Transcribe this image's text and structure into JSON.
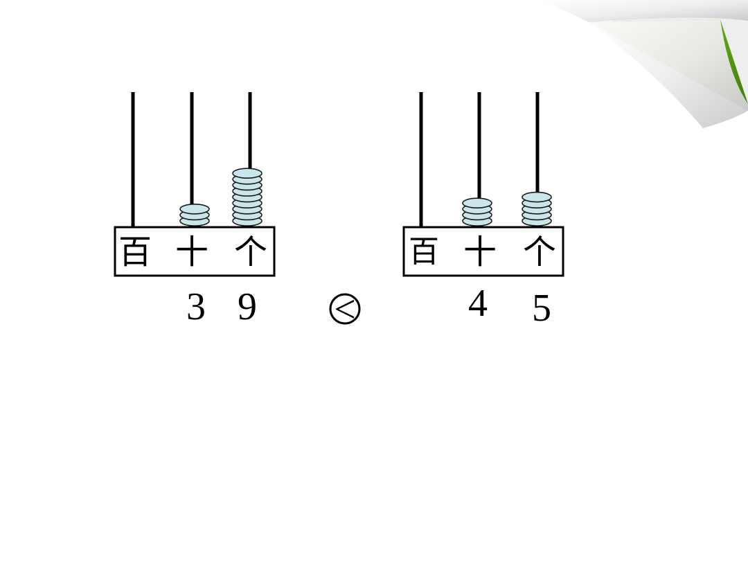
{
  "abaci": [
    {
      "id": "left",
      "place_labels": [
        "百",
        "十",
        "个"
      ],
      "beads": {
        "hundreds": 0,
        "tens": 3,
        "ones": 9
      },
      "digits": [
        "3",
        "9"
      ]
    },
    {
      "id": "right",
      "place_labels": [
        "百",
        "十",
        "个"
      ],
      "beads": {
        "hundreds": 0,
        "tens": 4,
        "ones": 5
      },
      "digits": [
        "4",
        "5"
      ]
    }
  ],
  "comparison": {
    "answer_sign": "<",
    "circled": true
  },
  "colors": {
    "bead_fill": "#cbe6ea",
    "bead_stroke": "#1a1a1a",
    "rod": "#000000",
    "page_curl_green": "#6aa61c",
    "page_curl_dark_green": "#3f7d0e"
  }
}
